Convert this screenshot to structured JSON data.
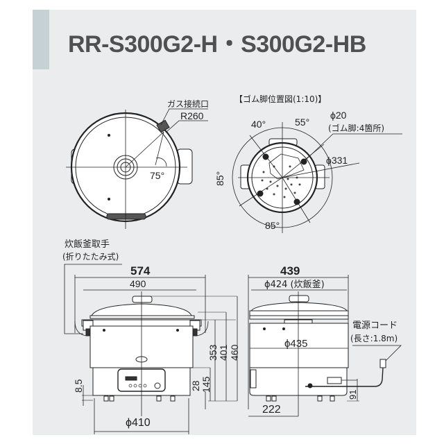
{
  "title": "RR-S300G2-H・S300G2-HB",
  "colors": {
    "panel_bg": "#ebecee",
    "accent_bar": "#c6d1d6",
    "title_text": "#505050",
    "line": "#222222"
  },
  "top_view": {
    "gas_connection_label": "ガス接続口",
    "radius_label": "R260",
    "angle_label": "75°"
  },
  "rubber_foot_view": {
    "heading": "【ゴム脚位置図(1:10)】",
    "angle_40": "40°",
    "angle_55": "55°",
    "angle_85_left": "85°",
    "angle_85_bottom": "85°",
    "foot_diameter": "ϕ20",
    "foot_note": "(ゴム脚:4箇所)",
    "circle_diameter": "ϕ331"
  },
  "front_view": {
    "handle_label": "炊飯釜取手",
    "handle_note": "(折りたたみ式)",
    "overall_width": "574",
    "body_width": "490",
    "height_353": "353",
    "height_401": "401",
    "height_460": "460",
    "height_145": "145",
    "height_28": "28",
    "foot_height": "8.5",
    "base_diameter": "ϕ410"
  },
  "side_view": {
    "overall_depth": "439",
    "pot_diameter": "ϕ424 (炊飯釜)",
    "body_diameter": "ϕ435",
    "power_cord_label": "電源コード",
    "power_cord_note": "(長さ:1.8m)",
    "gas_height": "91",
    "rear_depth": "222"
  }
}
